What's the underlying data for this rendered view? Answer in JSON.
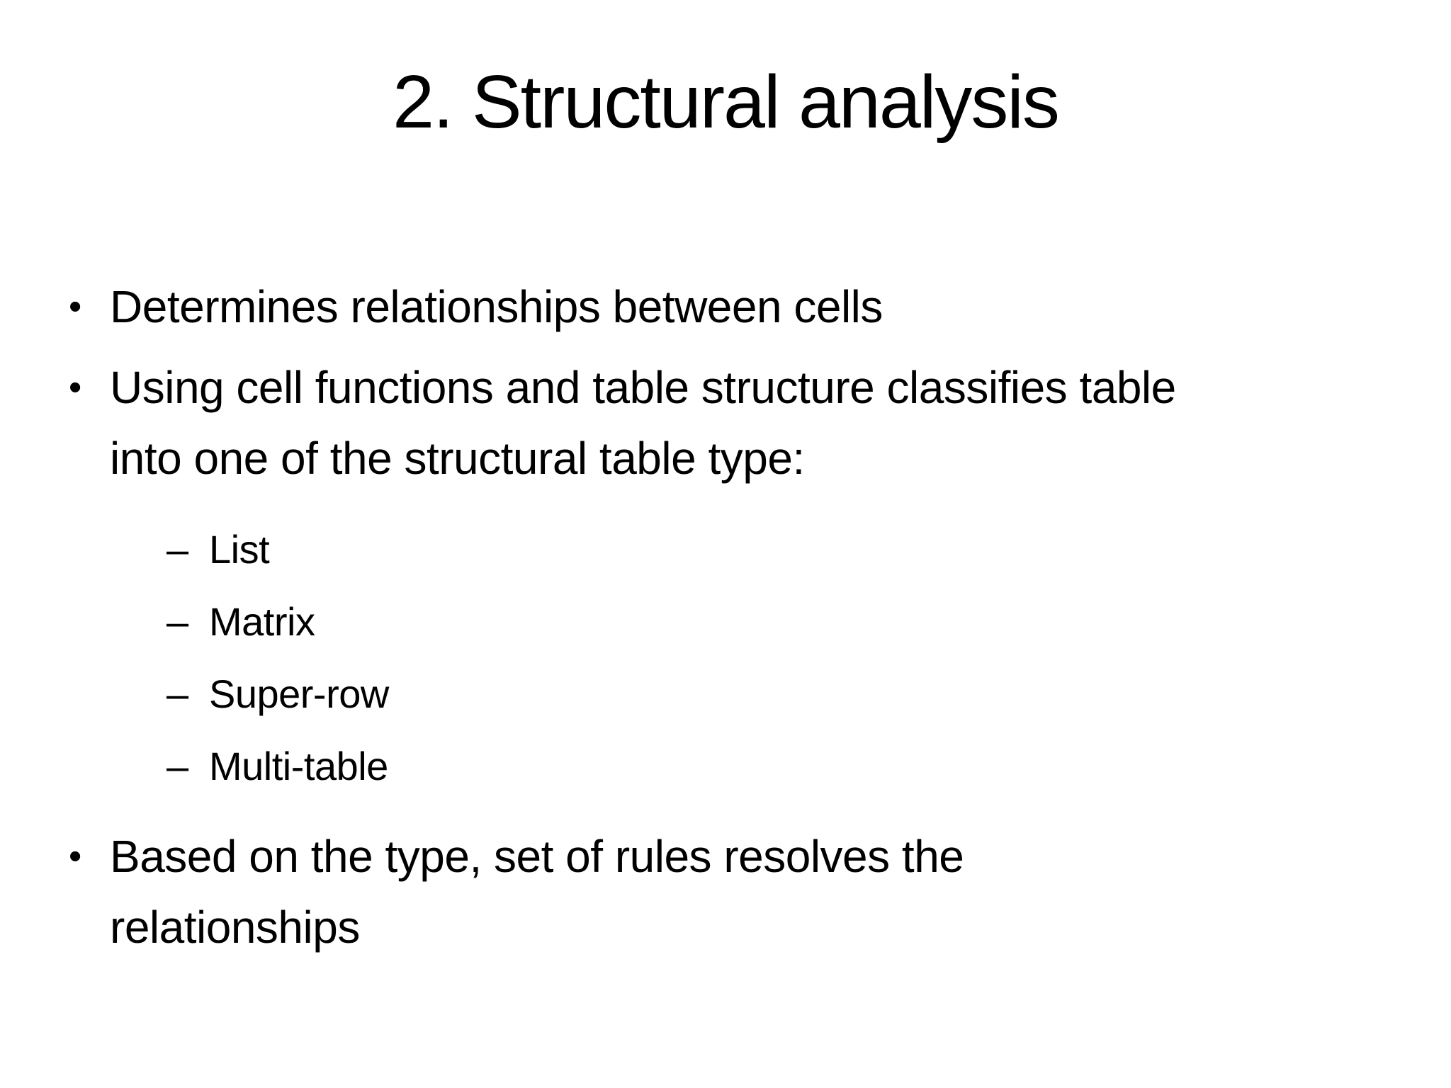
{
  "slide": {
    "title": "2. Structural analysis",
    "bullet_char": "•",
    "sub_bullet_char": "–",
    "bullets": [
      {
        "text": "Determines relationships between cells"
      },
      {
        "text": "Using cell functions and table structure classifies table into one of the structural table type:",
        "sub": [
          "List",
          "Matrix",
          "Super-row",
          "Multi-table"
        ]
      },
      {
        "text": "Based on the type, set of rules resolves the relationships"
      }
    ]
  }
}
